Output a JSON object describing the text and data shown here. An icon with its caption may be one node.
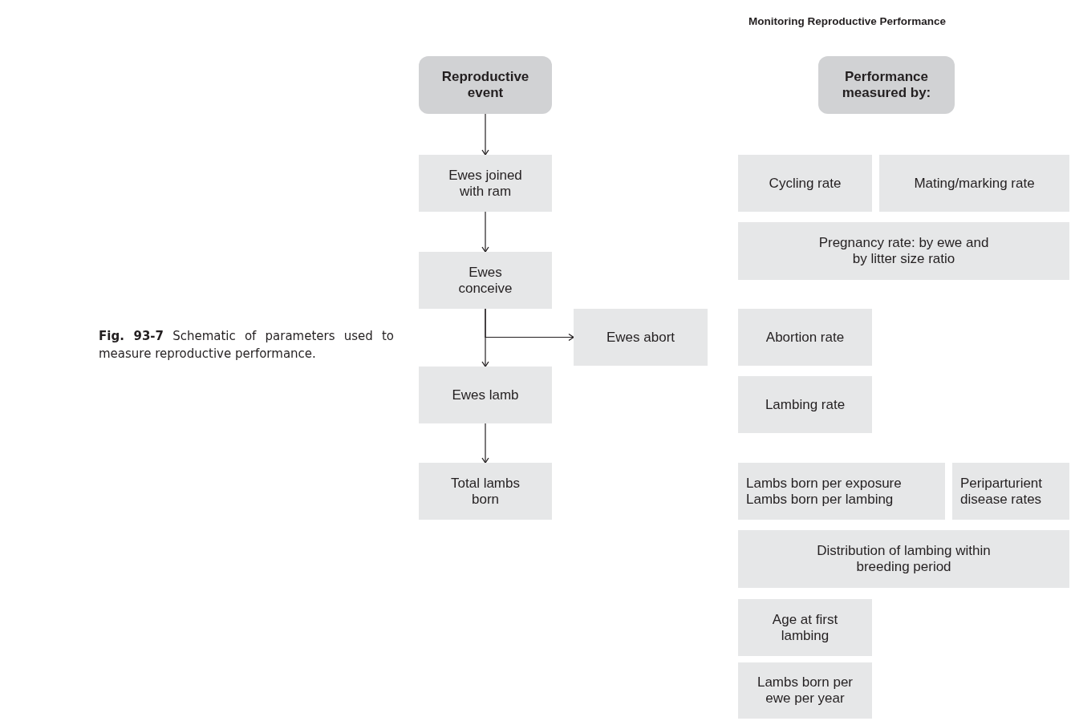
{
  "diagram": {
    "title": "Monitoring Reproductive Performance",
    "caption": "**Fig. 93-7**  Schematic of parameters used to measure reproductive performance.",
    "nodes": [
      {
        "text": [
          "Reproductive event"
        ]
      },
      {
        "text": [
          "Performance measured by:"
        ]
      },
      {
        "text": [
          "Ewes joined with ram"
        ]
      },
      {
        "text": [
          "Cycling rate"
        ]
      },
      {
        "text": [
          "Mating/marking rate"
        ]
      },
      {
        "text": [
          "Pregnancy rate: by ewe and by litter size ratio"
        ]
      },
      {
        "text": [
          "Ewes conceive"
        ]
      },
      {
        "text": [
          "Ewes abort"
        ]
      },
      {
        "text": [
          "Abortion rate"
        ]
      },
      {
        "text": [
          "Ewes lamb"
        ]
      },
      {
        "text": [
          "Lambing rate"
        ]
      },
      {
        "text": [
          "Total lambs born"
        ]
      },
      {
        "text": [
          "Lambs born per exposure",
          "Lambs born per lambing"
        ]
      },
      {
        "text": [
          "Periparturient disease rates"
        ]
      },
      {
        "text": [
          "Distribution of lambing within breeding period"
        ]
      },
      {
        "text": [
          "Age at first lambing"
        ]
      },
      {
        "text": [
          "Lambs born per ewe per year"
        ]
      }
    ],
    "edges": [
      {
        "from": 0,
        "to": 2,
        "arrow": "to"
      },
      {
        "from": 2,
        "to": 6,
        "arrow": "to"
      },
      {
        "from": 6,
        "to": 9,
        "arrow": "to"
      },
      {
        "from": 6,
        "to": 7,
        "arrow": "to"
      },
      {
        "from": 9,
        "to": 11,
        "arrow": "to"
      }
    ]
  }
}
